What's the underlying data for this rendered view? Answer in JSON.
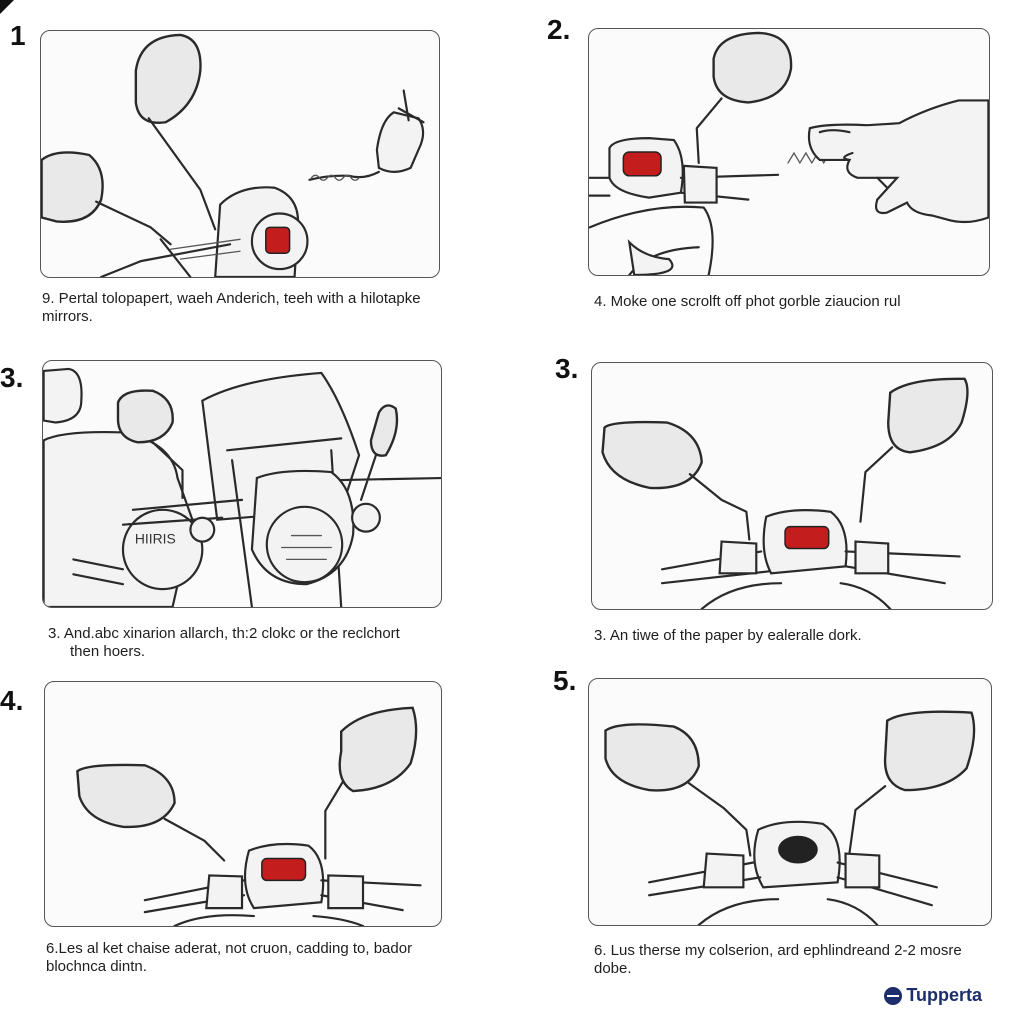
{
  "steps": [
    {
      "number": "1",
      "caption_line1": "9.  Pertal tolopapert, waeh Anderich, teeh with a hilotapke",
      "caption_line2": "mirrors."
    },
    {
      "number": "2.",
      "caption_line1": "4.  Moke one scrolft off phot gorble ziaucion rul",
      "caption_line2": ""
    },
    {
      "number": "3.",
      "caption_line1": "3.  And.abc xinarion allarch, th:2 clokc or the reclchort",
      "caption_line2": "then hoers."
    },
    {
      "number": "3.",
      "caption_line1": "3.  An tiwe of the paper by ealeralle dork.",
      "caption_line2": ""
    },
    {
      "number": "4.",
      "caption_line1": "6.Les al ket chaise aderat, not cruon, cadding to, bador",
      "caption_line2": "blochnca dintn."
    },
    {
      "number": "5.",
      "caption_line1": "6.  Lus therse my colserion, ard ephlindreand 2-2 mosre",
      "caption_line2": "dobe."
    }
  ],
  "engine_label": "HIIRIS",
  "brand": {
    "name": "Tupperta",
    "color": "#1d2f6b",
    "icon": "globe-icon"
  },
  "colors": {
    "indicator": "#c41d1d",
    "outline": "#2a2a2a"
  }
}
